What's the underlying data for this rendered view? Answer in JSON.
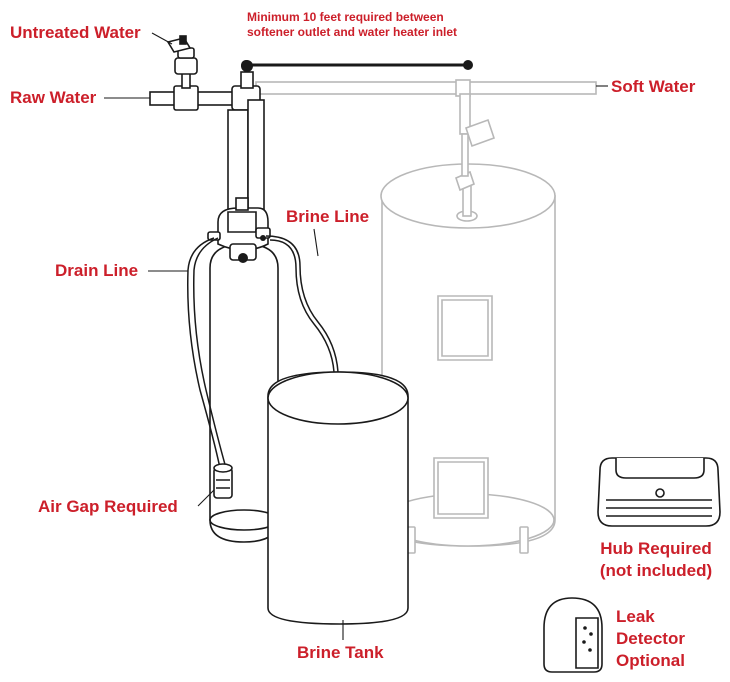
{
  "colors": {
    "label": "#cc1f2a",
    "outline": "#1a1a1a",
    "faded": "#b8b8b8"
  },
  "labels": {
    "untreated_water": "Untreated Water",
    "raw_water": "Raw Water",
    "distance_note": "Minimum 10 feet required between softener outlet and water heater inlet",
    "soft_water": "Soft Water",
    "brine_line": "Brine Line",
    "drain_line": "Drain Line",
    "air_gap": "Air Gap Required",
    "brine_tank": "Brine Tank",
    "hub_line1": "Hub Required",
    "hub_line2": "(not included)",
    "leak_line1": "Leak",
    "leak_line2": "Detector",
    "leak_line3": "Optional"
  },
  "icons": {
    "valve": "shutoff-valve-icon",
    "softener": "water-softener-icon",
    "brine_tank": "brine-tank-icon",
    "water_heater": "water-heater-icon",
    "hub": "hub-icon",
    "leak_detector": "leak-detector-icon"
  }
}
